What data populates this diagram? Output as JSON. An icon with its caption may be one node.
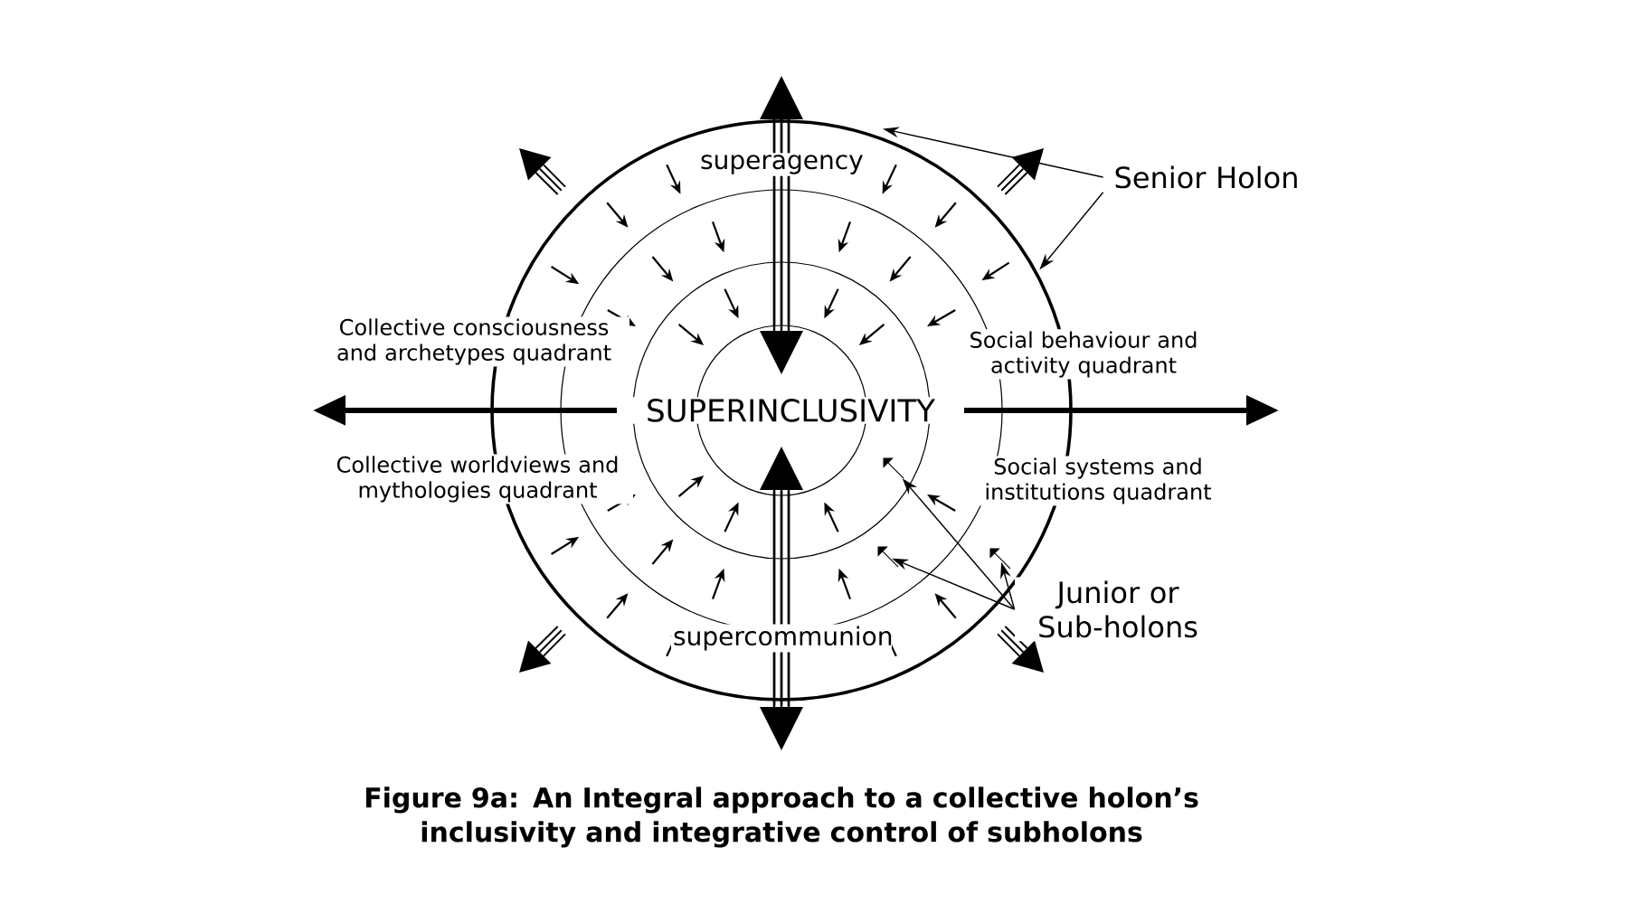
{
  "diagram": {
    "caption": "Figure 9a:  An Integral approach to a collective holon’s inclusivity and integrative  control of subholons",
    "nodes": [
      {
        "text": [
          "Senior Holon"
        ]
      },
      {
        "text": [
          "Junior or Sub-holons"
        ]
      },
      {
        "text": [],
        "shape": "arrow"
      },
      {
        "text": [],
        "shape": "arrow"
      },
      {
        "text": [],
        "shape": "arrow"
      }
    ],
    "edges": [
      {
        "from": 0,
        "to": null,
        "arrow": "to"
      },
      {
        "from": 0,
        "to": null,
        "arrow": "to"
      },
      {
        "from": 1,
        "to": 2,
        "arrow": "to"
      },
      {
        "from": 1,
        "to": 3,
        "arrow": "to"
      },
      {
        "from": 1,
        "to": 4,
        "arrow": "to"
      }
    ],
    "labels": [
      "superagency",
      "Collective consciousness and archetypes quadrant",
      "Social behaviour and activity quadrant",
      "SUPERINCLUSIVITY",
      "Collective worldviews and mythologies quadrant",
      "Social systems and institutions quadrant",
      "supercommunion"
    ]
  }
}
